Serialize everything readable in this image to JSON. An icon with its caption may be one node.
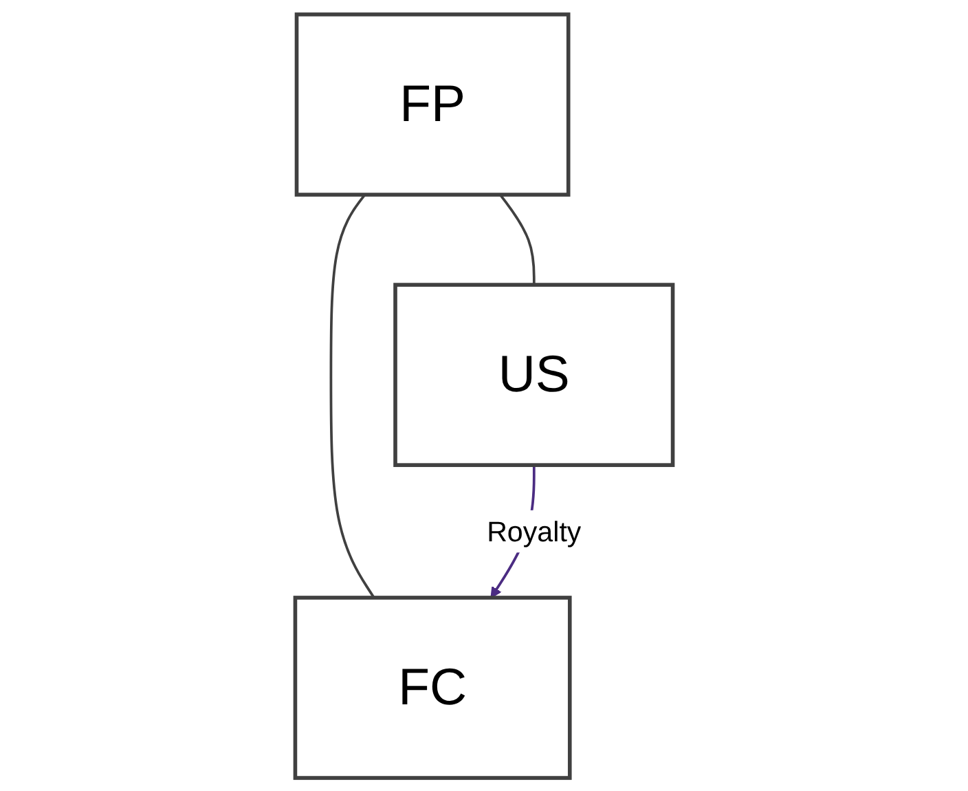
{
  "diagram": {
    "nodes": [
      {
        "text": [
          "FP"
        ]
      },
      {
        "text": [
          "US"
        ]
      },
      {
        "text": [
          "FC"
        ]
      }
    ],
    "edges": [
      {
        "from": 0,
        "to": 1,
        "arrow": "none"
      },
      {
        "from": 0,
        "to": 2,
        "arrow": "none"
      },
      {
        "from": 1,
        "to": 2,
        "arrow": "to",
        "label": "Royalty",
        "color": "#4b2c82"
      }
    ]
  }
}
